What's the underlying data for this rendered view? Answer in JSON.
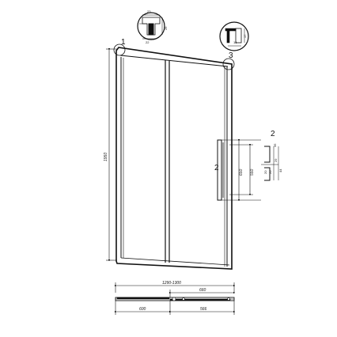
{
  "callouts": {
    "c1": "1",
    "c2": "2",
    "c3": "3",
    "c2_side": "2"
  },
  "dimensions": {
    "height": "1950",
    "overall_width": "1290-1300",
    "upper_width": "660",
    "lower_left": "600",
    "lower_right": "566",
    "handle_length": "650",
    "handle_spacing": "550"
  },
  "detail1": {
    "d_top": "23",
    "d_right": "26",
    "d_bottom": "22"
  },
  "detail3": {
    "d_bottom": "16",
    "d_right": "17"
  },
  "detail2": {
    "d_a": "35",
    "d_b": "20",
    "d_c": "29",
    "d_d": "44",
    "d_e": "20"
  }
}
